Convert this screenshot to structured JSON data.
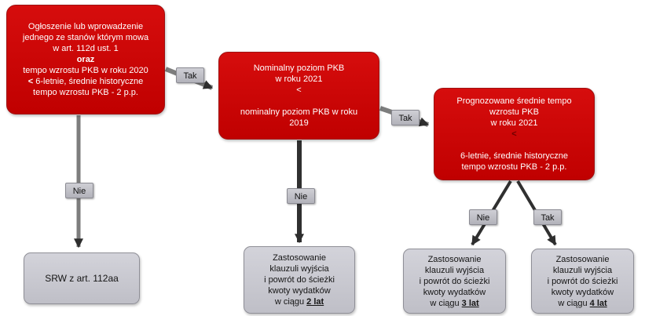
{
  "nodes": {
    "c1": {
      "line1": "Ogłoszenie lub wprowadzenie",
      "line2": "jednego ze stanów którym mowa",
      "line3": "w art. 112d ust. 1",
      "line4_bold": "oraz",
      "line5": "tempo wzrostu PKB w roku 2020",
      "line6_lt": "<",
      "line6_rest": " 6-letnie, średnie historyczne",
      "line7": "tempo wzrostu PKB - 2 p.p."
    },
    "c2": {
      "line1": "Nominalny poziom PKB",
      "line2": "w roku 2021",
      "line3_lt": "<",
      "line4": "nominalny poziom PKB w roku",
      "line5": "2019"
    },
    "c3": {
      "line1": "Prognozowane średnie tempo",
      "line2": "wzrostu PKB",
      "line3": "w roku 2021",
      "line4_lt": "<",
      "line5": "6-letnie, średnie historyczne",
      "line6": "tempo wzrostu PKB - 2 p.p."
    },
    "srw": {
      "label": "SRW z art. 112aa"
    },
    "exit2": {
      "line1": "Zastosowanie",
      "line2": "klauzuli wyjścia",
      "line3": "i powrót do ścieżki",
      "line4": "kwoty wydatków",
      "line5_prefix": "w ciągu ",
      "line5_bold": "2 lat"
    },
    "exit3": {
      "line1": "Zastosowanie",
      "line2": "klauzuli wyjścia",
      "line3": "i powrót do ścieżki",
      "line4": "kwoty wydatków",
      "line5_prefix": "w ciągu ",
      "line5_bold": "3 lat"
    },
    "exit4": {
      "line1": "Zastosowanie",
      "line2": "klauzuli wyjścia",
      "line3": "i powrót do ścieżki",
      "line4": "kwoty wydatków",
      "line5_prefix": "w ciągu ",
      "line5_bold": "4 lat"
    }
  },
  "edge_labels": {
    "tak1": "Tak",
    "tak2": "Tak",
    "tak3": "Tak",
    "nie1": "Nie",
    "nie2": "Nie",
    "nie3": "Nie"
  },
  "colors": {
    "condition_fill": "#cc0000",
    "condition_border": "#9e1212",
    "result_fill": "#c6c6ce",
    "result_border": "#8f8f97",
    "label_chip_fill": "#bfbfc7",
    "arrow_gray": "#7d7d7d",
    "arrow_dark": "#303030"
  }
}
